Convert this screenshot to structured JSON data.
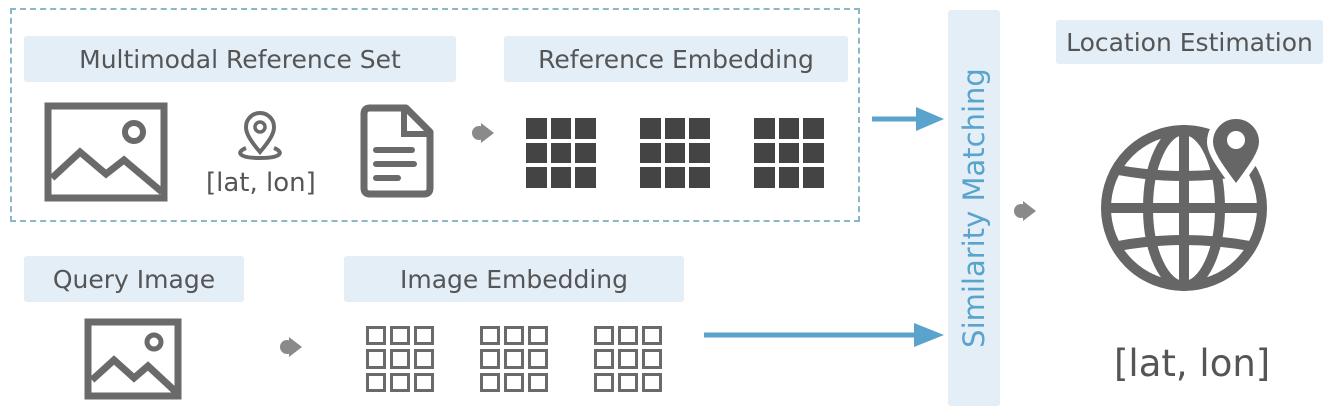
{
  "labels": {
    "reference_set": "Multimodal Reference Set",
    "reference_embedding": "Reference Embedding",
    "query_image": "Query Image",
    "image_embedding": "Image Embedding",
    "similarity_matching": "Similarity Matching",
    "location_estimation": "Location Estimation",
    "ref_coords": "[lat, lon]",
    "output_coords": "[lat, lon]"
  },
  "icons": {
    "reference_image": "image-icon",
    "reference_location": "location-pin-icon",
    "reference_text": "document-icon",
    "query_image": "image-icon",
    "output": "globe-pin-icon"
  },
  "colors": {
    "label_bg": "#e3eef7",
    "accent": "#5aa3cc",
    "dashed_border": "#8ab8c8",
    "icon_dark": "#444444",
    "icon_gray": "#6a6a6a"
  }
}
